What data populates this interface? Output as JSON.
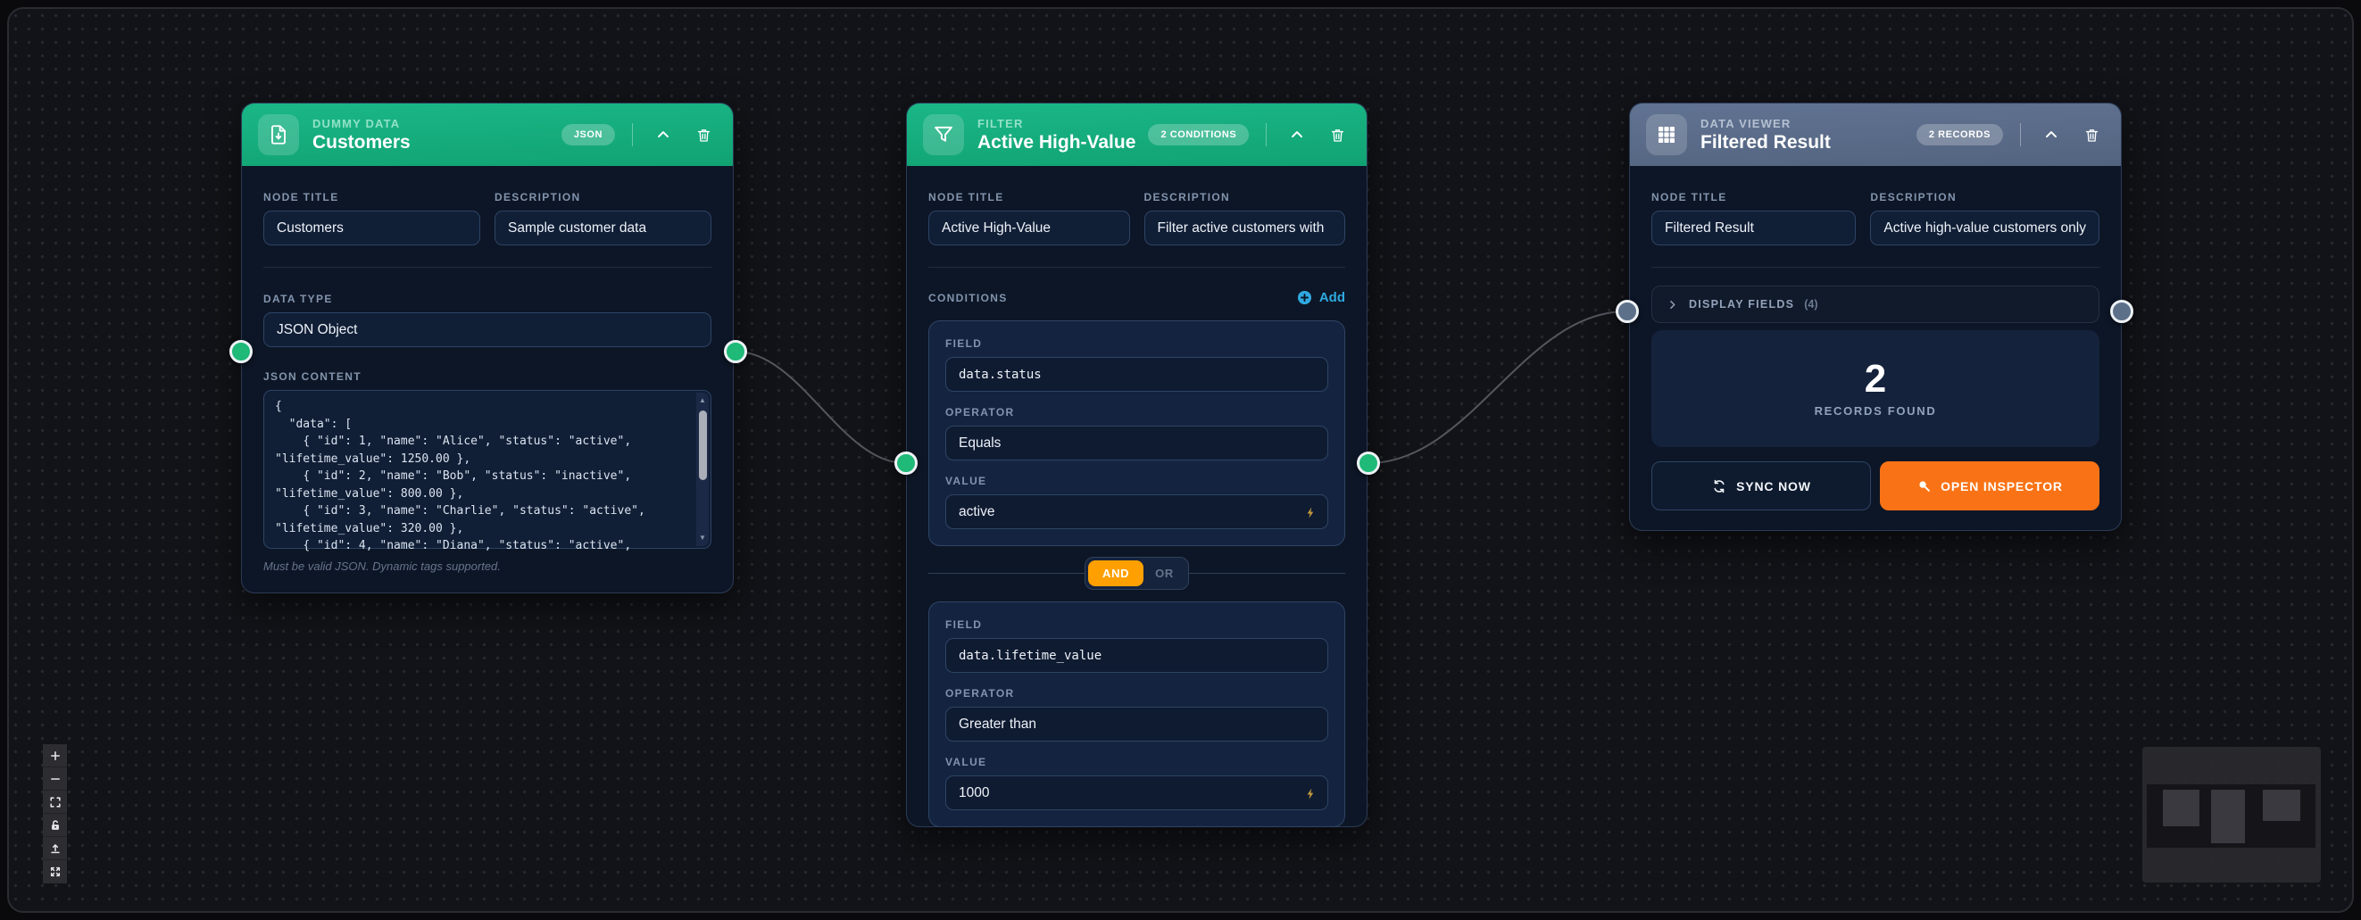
{
  "nodes": {
    "dummy": {
      "kind": "DUMMY DATA",
      "title": "Customers",
      "badge": "JSON",
      "node_title_label": "NODE TITLE",
      "node_title_value": "Customers",
      "description_label": "DESCRIPTION",
      "description_value": "Sample customer data",
      "data_type_label": "DATA TYPE",
      "data_type_value": "JSON Object",
      "json_label": "JSON CONTENT",
      "json_value": "{\n  \"data\": [\n    { \"id\": 1, \"name\": \"Alice\", \"status\": \"active\", \"lifetime_value\": 1250.00 },\n    { \"id\": 2, \"name\": \"Bob\", \"status\": \"inactive\", \"lifetime_value\": 800.00 },\n    { \"id\": 3, \"name\": \"Charlie\", \"status\": \"active\", \"lifetime_value\": 320.00 },\n    { \"id\": 4, \"name\": \"Diana\", \"status\": \"active\",",
      "json_note": "Must be valid JSON. Dynamic tags supported."
    },
    "filter": {
      "kind": "FILTER",
      "title": "Active High-Value",
      "badge": "2 CONDITIONS",
      "node_title_label": "NODE TITLE",
      "node_title_value": "Active High-Value",
      "description_label": "DESCRIPTION",
      "description_value": "Filter active customers with",
      "conditions_label": "CONDITIONS",
      "add_label": "Add",
      "conditions": [
        {
          "field_label": "FIELD",
          "field_value": "data.status",
          "operator_label": "OPERATOR",
          "operator_value": "Equals",
          "value_label": "VALUE",
          "value_value": "active"
        },
        {
          "field_label": "FIELD",
          "field_value": "data.lifetime_value",
          "operator_label": "OPERATOR",
          "operator_value": "Greater than",
          "value_label": "VALUE",
          "value_value": "1000"
        }
      ],
      "join_and": "AND",
      "join_or": "OR"
    },
    "viewer": {
      "kind": "DATA VIEWER",
      "title": "Filtered Result",
      "badge": "2 RECORDS",
      "node_title_label": "NODE TITLE",
      "node_title_value": "Filtered Result",
      "description_label": "DESCRIPTION",
      "description_value": "Active high-value customers only",
      "display_fields_label": "DISPLAY FIELDS",
      "display_fields_count": "(4)",
      "records_value": "2",
      "records_label": "RECORDS FOUND",
      "sync_label": "SYNC NOW",
      "inspector_label": "OPEN INSPECTOR"
    }
  }
}
